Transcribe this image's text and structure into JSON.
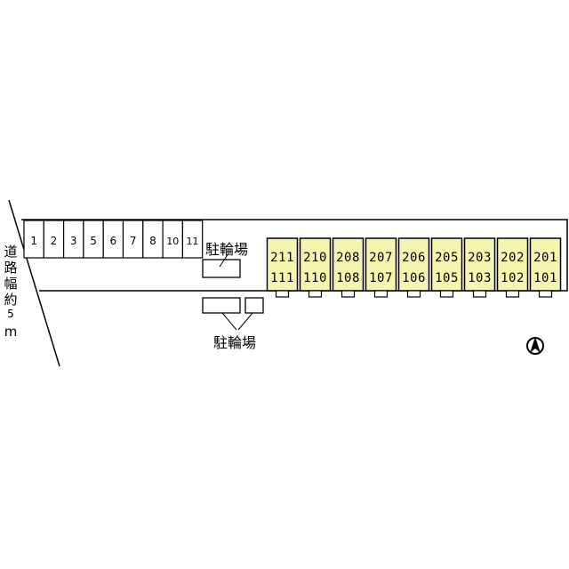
{
  "road": {
    "width_label_chars": [
      "道",
      "路",
      "幅",
      "約",
      "5",
      "m"
    ]
  },
  "parking": {
    "spaces": [
      "1",
      "2",
      "3",
      "5",
      "6",
      "7",
      "8",
      "10",
      "11"
    ]
  },
  "bicycle_parking": {
    "top_label": "駐輪場",
    "bottom_label": "駐輪場"
  },
  "building": {
    "fill_color": "#f6f5b0",
    "units": [
      {
        "upper": "211",
        "lower": "111"
      },
      {
        "upper": "210",
        "lower": "110"
      },
      {
        "upper": "208",
        "lower": "108"
      },
      {
        "upper": "207",
        "lower": "107"
      },
      {
        "upper": "206",
        "lower": "106"
      },
      {
        "upper": "205",
        "lower": "105"
      },
      {
        "upper": "203",
        "lower": "103"
      },
      {
        "upper": "202",
        "lower": "102"
      },
      {
        "upper": "201",
        "lower": "101"
      }
    ]
  },
  "compass": {
    "icon": "north-arrow-icon"
  }
}
